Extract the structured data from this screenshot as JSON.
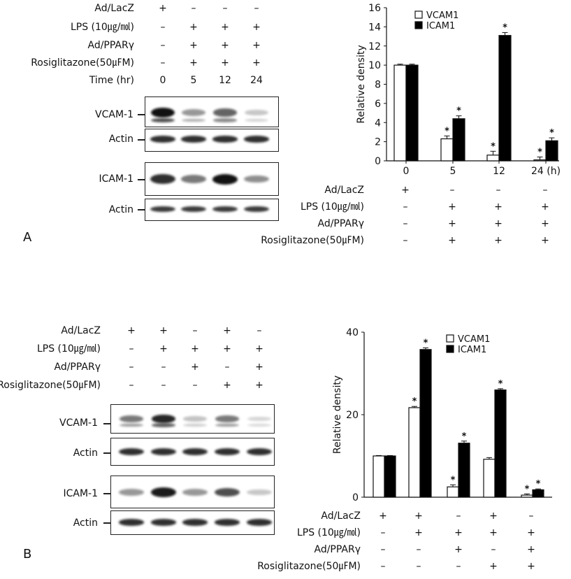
{
  "panelA": {
    "letter": "A",
    "row_labels": [
      "Ad/LacZ",
      "LPS (10㎍/㏖)",
      "Ad/PPARγ",
      "Rosiglitazone(50㎌M)",
      "Time (hr)"
    ],
    "conditions": [
      [
        "+",
        "–",
        "–",
        "–"
      ],
      [
        "–",
        "+",
        "+",
        "+"
      ],
      [
        "–",
        "+",
        "+",
        "+"
      ],
      [
        "–",
        "+",
        "+",
        "+"
      ],
      [
        "0",
        "5",
        "12",
        "24"
      ]
    ],
    "blot_labels": [
      "VCAM-1",
      "Actin",
      "ICAM-1",
      "Actin"
    ],
    "bands": {
      "vcam": [
        1.0,
        0.35,
        0.6,
        0.12
      ],
      "actin1": [
        0.85,
        0.85,
        0.85,
        0.85
      ],
      "icam": [
        0.85,
        0.5,
        1.0,
        0.4
      ],
      "actin2": [
        0.8,
        0.8,
        0.8,
        0.8
      ]
    },
    "table_labels": [
      "Ad/LacZ",
      "LPS (10㎍/㏖)",
      "Ad/PPARγ",
      "Rosiglitazone(50㎌M)"
    ],
    "table_values": [
      [
        "+",
        "–",
        "–",
        "–"
      ],
      [
        "–",
        "+",
        "+",
        "+"
      ],
      [
        "–",
        "+",
        "+",
        "+"
      ],
      [
        "–",
        "+",
        "+",
        "+"
      ]
    ]
  },
  "panelB": {
    "letter": "B",
    "row_labels": [
      "Ad/LacZ",
      "LPS (10㎍/㏖)",
      "Ad/PPARγ",
      "Rosiglitazone(50㎌M)"
    ],
    "conditions": [
      [
        "+",
        "+",
        "–",
        "+",
        "–"
      ],
      [
        "–",
        "+",
        "+",
        "+",
        "+"
      ],
      [
        "–",
        "–",
        "+",
        "–",
        "+"
      ],
      [
        "–",
        "–",
        "–",
        "+",
        "+"
      ]
    ],
    "blot_labels": [
      "VCAM-1",
      "Actin",
      "ICAM-1",
      "Actin"
    ],
    "bands": {
      "vcam": [
        0.5,
        0.9,
        0.15,
        0.5,
        0.06
      ],
      "actin1": [
        0.85,
        0.85,
        0.85,
        0.85,
        0.85
      ],
      "icam": [
        0.35,
        0.95,
        0.35,
        0.7,
        0.12
      ],
      "actin2": [
        0.85,
        0.85,
        0.85,
        0.85,
        0.85
      ]
    },
    "table_labels": [
      "Ad/LacZ",
      "LPS (10㎍/㏖)",
      "Ad/PPARγ",
      "Rosiglitazone(50㎌M)"
    ],
    "table_values": [
      [
        "+",
        "+",
        "–",
        "+",
        "–"
      ],
      [
        "–",
        "+",
        "+",
        "+",
        "+"
      ],
      [
        "–",
        "–",
        "+",
        "–",
        "+"
      ],
      [
        "–",
        "–",
        "–",
        "+",
        "+"
      ]
    ]
  },
  "chart_data": [
    {
      "type": "bar",
      "categories": [
        "0",
        "5",
        "12",
        "24 (h)"
      ],
      "series": [
        {
          "name": "VCAM1",
          "values": [
            10,
            2.3,
            0.6,
            0.1
          ],
          "errors": [
            0.1,
            0.3,
            0.4,
            0.3
          ],
          "color": "#ffffff"
        },
        {
          "name": "ICAM1",
          "values": [
            10,
            4.4,
            13.1,
            2.1
          ],
          "errors": [
            0.1,
            0.3,
            0.3,
            0.3
          ],
          "color": "#000000"
        }
      ],
      "significant": [
        [
          false,
          true,
          true,
          true
        ],
        [
          false,
          true,
          true,
          true
        ]
      ],
      "star": "*",
      "ylabel": "Relative density",
      "ylim": [
        0,
        16
      ],
      "yticks": [
        0,
        2,
        4,
        6,
        8,
        10,
        12,
        14,
        16
      ],
      "legend": "top-left",
      "grid": false
    },
    {
      "type": "bar",
      "categories": [
        "",
        "",
        "",
        "",
        ""
      ],
      "series": [
        {
          "name": "VCAM1",
          "values": [
            10,
            21.7,
            2.5,
            9.2,
            0.5
          ],
          "errors": [
            0.1,
            0.3,
            0.5,
            0.4,
            0.3
          ],
          "color": "#ffffff"
        },
        {
          "name": "ICAM1",
          "values": [
            10,
            35.8,
            13.1,
            26.0,
            1.8
          ],
          "errors": [
            0.1,
            0.4,
            0.5,
            0.3,
            0.2
          ],
          "color": "#000000"
        }
      ],
      "significant": [
        [
          false,
          true,
          true,
          false,
          true
        ],
        [
          false,
          true,
          true,
          true,
          true
        ]
      ],
      "star": "*",
      "ylabel": "Relative density",
      "ylim": [
        0,
        40
      ],
      "yticks": [
        0,
        20,
        40
      ],
      "legend": "top-left",
      "grid": false
    }
  ]
}
